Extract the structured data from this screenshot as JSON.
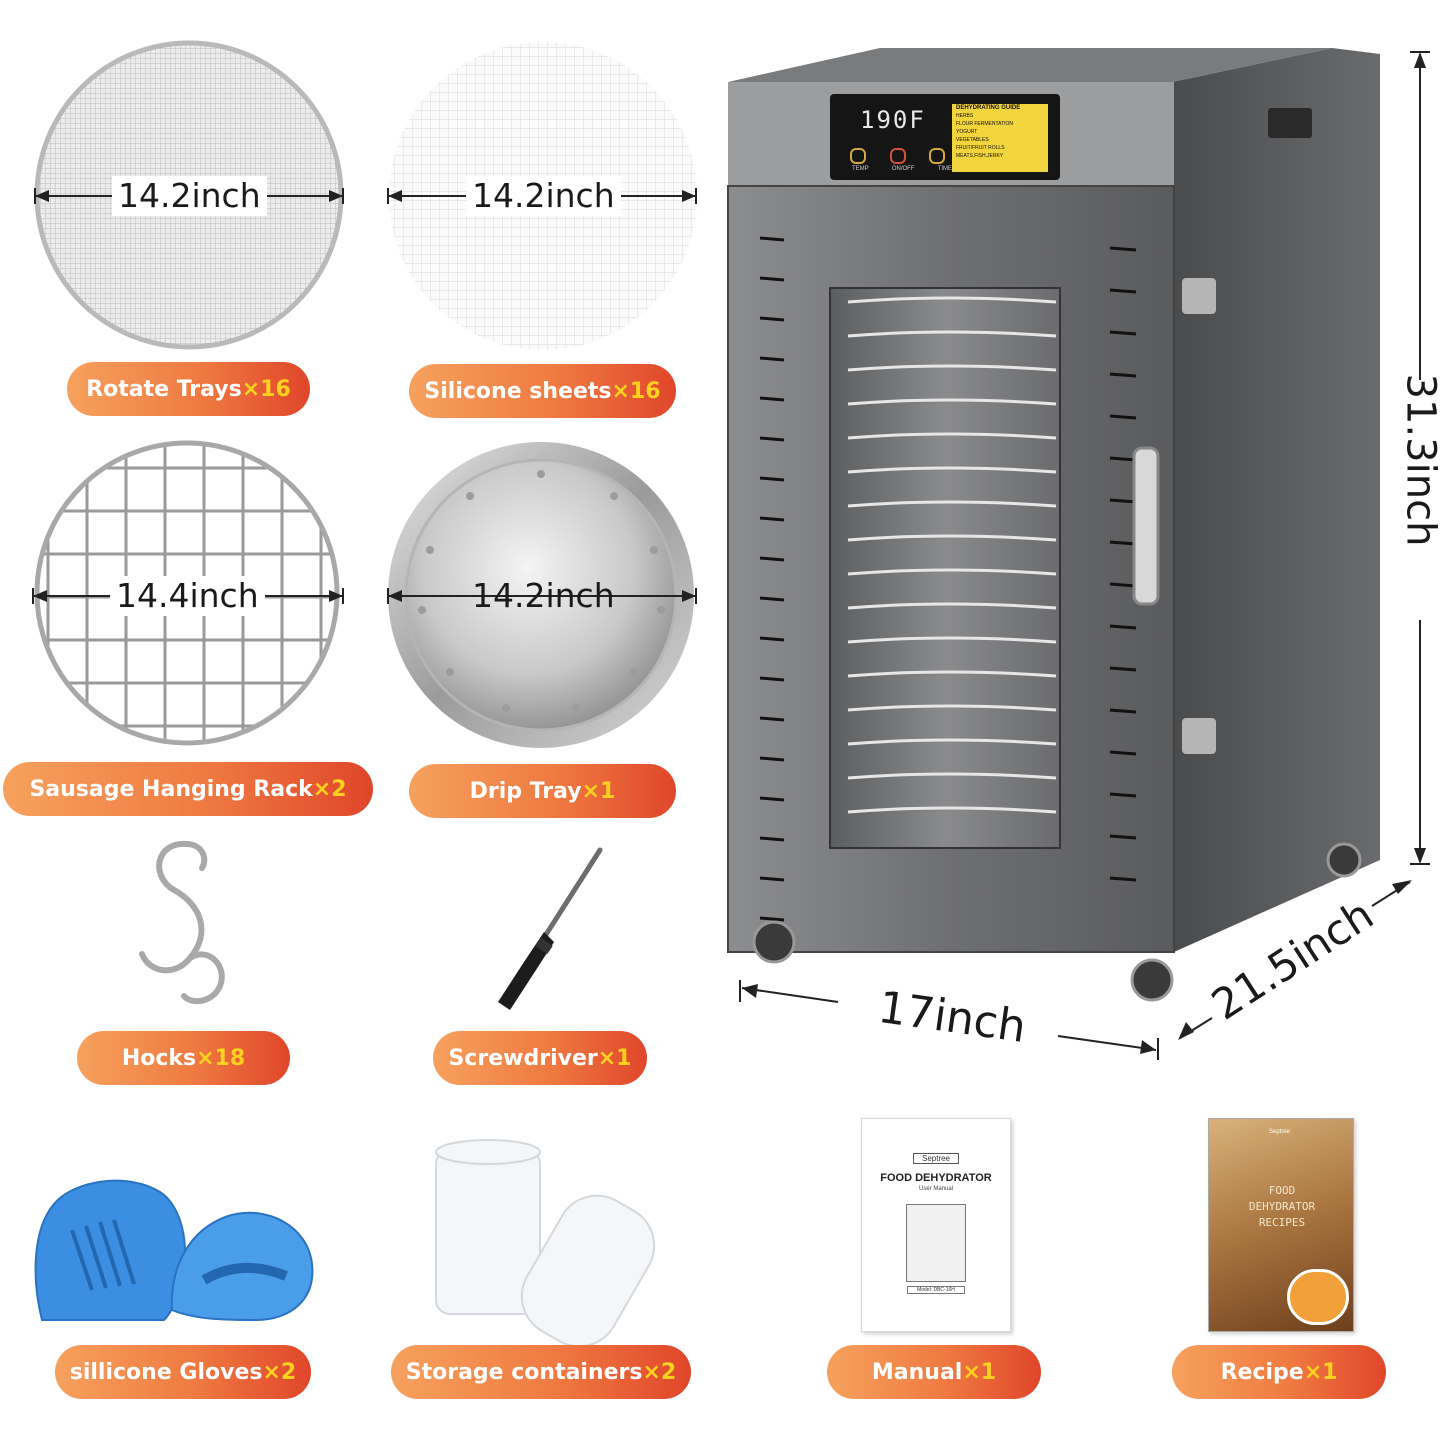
{
  "accessories": [
    {
      "label": "Rotate Trays ",
      "qty": "×16",
      "dimension": "14.2inch"
    },
    {
      "label": "Silicone sheets ",
      "qty": "×16",
      "dimension": "14.2inch"
    },
    {
      "label": "Sausage Hanging Rack ",
      "qty": "×2",
      "dimension": "14.4inch"
    },
    {
      "label": "Drip Tray ",
      "qty": "×1",
      "dimension": "14.2inch"
    },
    {
      "label": "Hocks ",
      "qty": "×18"
    },
    {
      "label": "Screwdriver ",
      "qty": "×1"
    },
    {
      "label": "sillicone Gloves ",
      "qty": "×2"
    },
    {
      "label": "Storage containers ",
      "qty": "×2"
    },
    {
      "label": "Manual ",
      "qty": "×1"
    },
    {
      "label": "Recipe ",
      "qty": "×1"
    }
  ],
  "dehydrator": {
    "display_temp": "190F",
    "guide_title": "DEHYDRATING GUIDE",
    "buttons": [
      "TEMP",
      "ON/OFF",
      "TIME"
    ],
    "guide_items": [
      "HERBS",
      "FLOUR FERMENTATION",
      "YOGURT",
      "VEGETABLES",
      "FRUIT/FRUIT ROLLS",
      "MEATS,FISH,JERKY"
    ],
    "height": "31.3inch",
    "width": "17inch",
    "depth": "21.5inch"
  },
  "manual": {
    "brand": "Septree",
    "title": "FOOD DEHYDRATOR",
    "subtitle": "User Manual",
    "model": "Model: DBC-16H"
  },
  "recipe": {
    "brand": "Septree",
    "title_lines": [
      "FOOD",
      "DEHYDRATOR",
      "RECIPES"
    ]
  },
  "colors": {
    "pill_start": "#f6a15e",
    "pill_end": "#e0462a",
    "qty": "#ffd21f",
    "machine": "#5a5b5d"
  }
}
